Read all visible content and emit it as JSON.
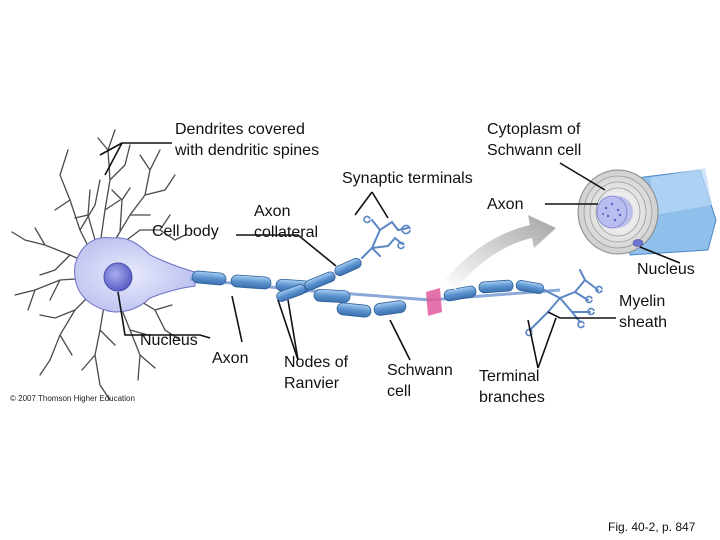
{
  "labels": {
    "dendrites": "Dendrites covered\nwith dendritic spines",
    "cytoplasm": "Cytoplasm of\nSchwann cell",
    "synaptic_terminals": "Synaptic terminals",
    "axon_top": "Axon",
    "cell_body": "Cell body",
    "axon_collateral": "Axon\ncollateral",
    "nucleus_right": "Nucleus",
    "myelin_sheath": "Myelin\nsheath",
    "nucleus_left": "Nucleus",
    "axon_bottom": "Axon",
    "nodes_of_ranvier": "Nodes of\nRanvier",
    "schwann_cell": "Schwann\ncell",
    "terminal_branches": "Terminal\nbranches"
  },
  "copyright": "© 2007 Thomson Higher Education",
  "figure_ref": "Fig. 40-2, p. 847",
  "colors": {
    "cell_fill": "#c9cdf2",
    "nucleus": "#7a7fd6",
    "dendrite": "#4a4a4a",
    "myelin": "#6fa3d8",
    "node_marker": "#e05a9c",
    "arrow": "#b8b8b8"
  }
}
